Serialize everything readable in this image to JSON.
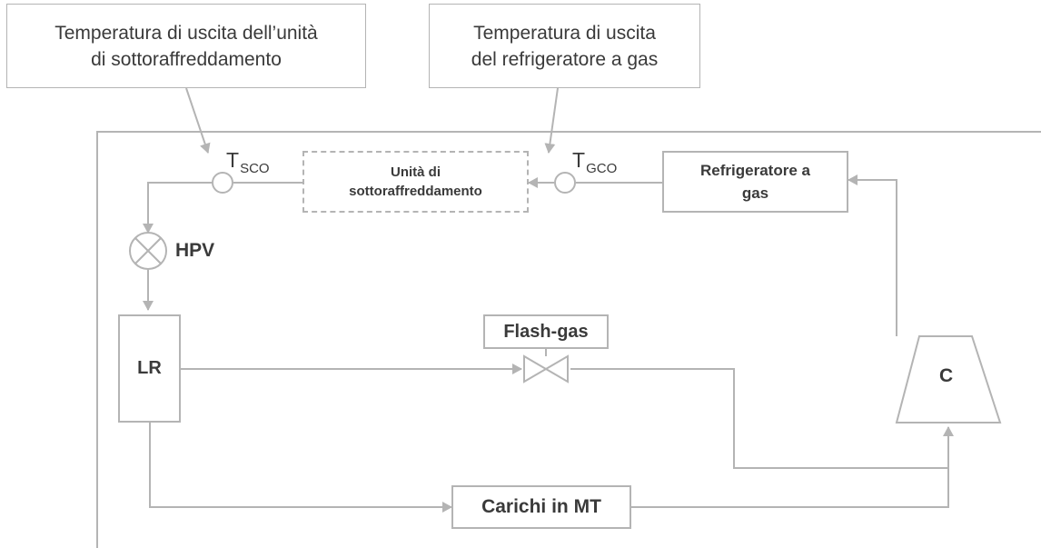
{
  "callouts": {
    "subcooler_outlet_temp": {
      "line1": "Temperatura di uscita dell’unità",
      "line2": "di sottoraffreddamento"
    },
    "gas_cooler_outlet_temp": {
      "line1": "Temperatura di uscita",
      "line2": "del refrigeratore a gas"
    }
  },
  "sensors": {
    "tsco": {
      "main": "T",
      "sub": "SCO"
    },
    "tgco": {
      "main": "T",
      "sub": "GCO"
    }
  },
  "components": {
    "subcooler": {
      "line1": "Unità di",
      "line2": "sottoraffreddamento"
    },
    "gas_cooler": {
      "line1": "Refrigeratore a",
      "line2": "gas"
    },
    "hpv": "HPV",
    "liquid_receiver": "LR",
    "flash_gas": "Flash-gas",
    "compressor": "C",
    "mt_loads": "Carichi in MT"
  },
  "colors": {
    "line": "#b4b4b4",
    "text": "#3a3a3a"
  }
}
